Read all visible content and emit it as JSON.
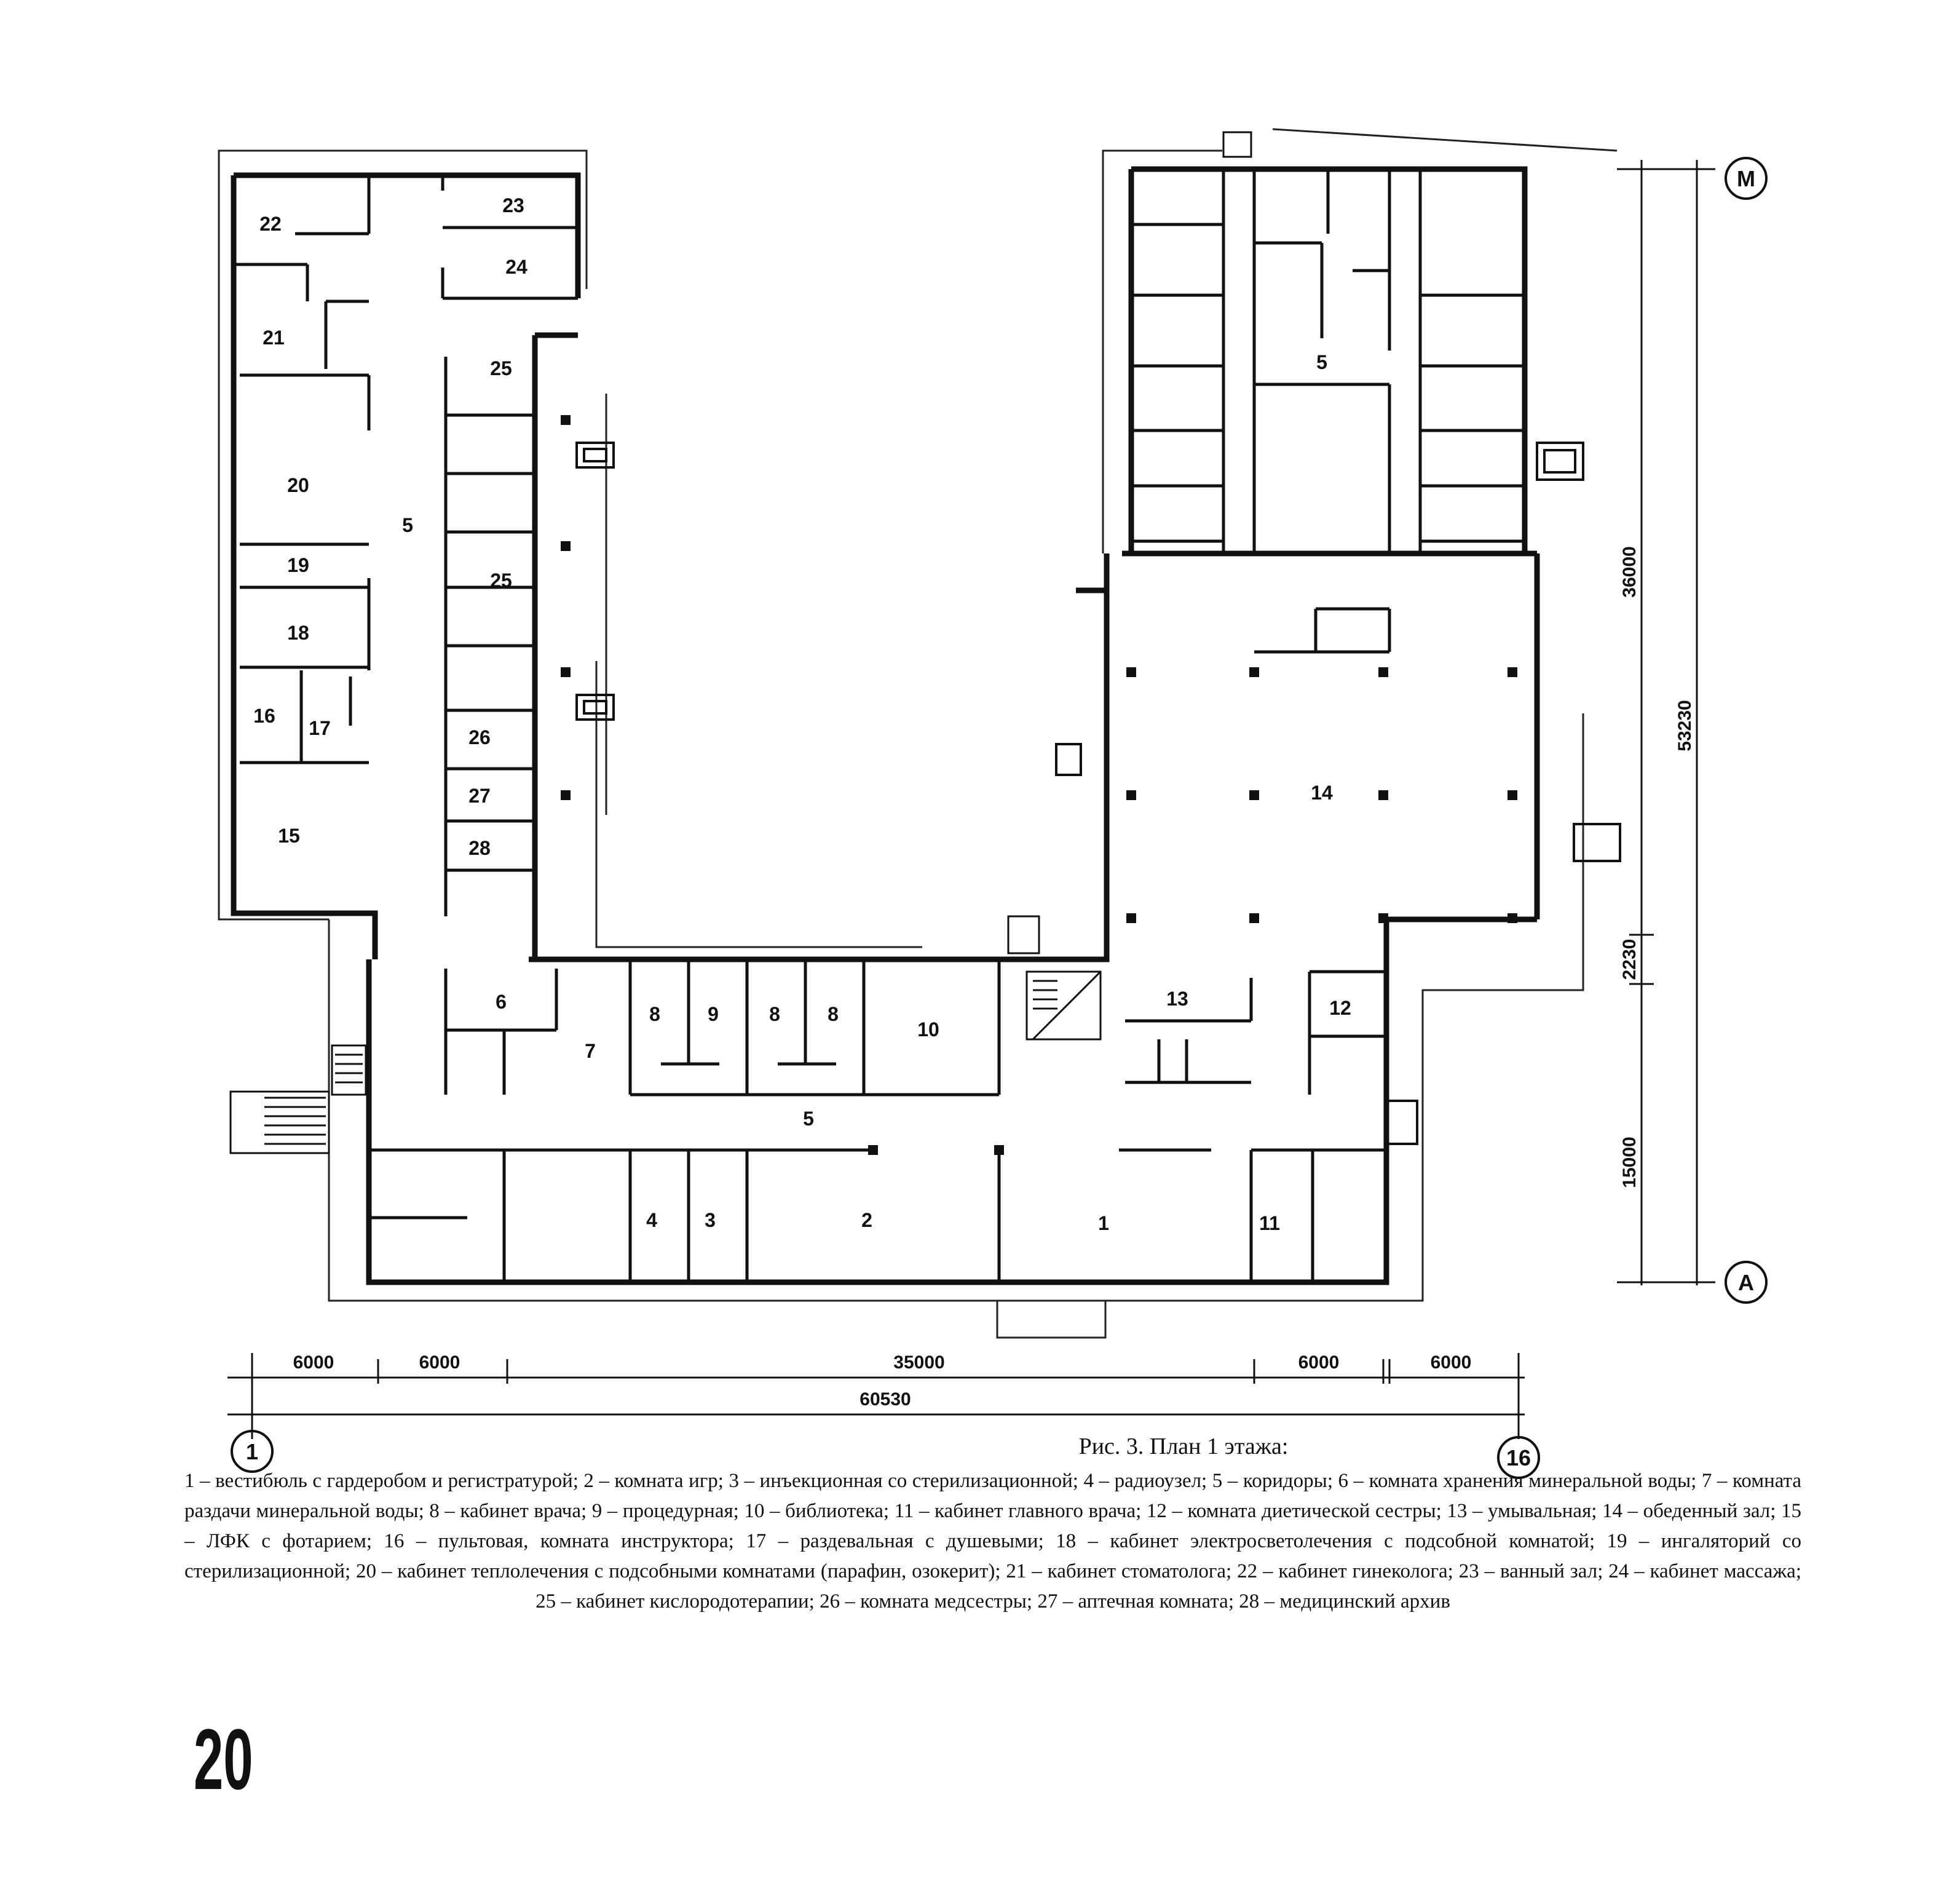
{
  "rooms": [
    {
      "n": "1"
    },
    {
      "n": "2"
    },
    {
      "n": "3"
    },
    {
      "n": "4"
    },
    {
      "n": "5"
    },
    {
      "n": "5"
    },
    {
      "n": "5"
    },
    {
      "n": "6"
    },
    {
      "n": "7"
    },
    {
      "n": "8"
    },
    {
      "n": "9"
    },
    {
      "n": "8"
    },
    {
      "n": "8"
    },
    {
      "n": "10"
    },
    {
      "n": "11"
    },
    {
      "n": "12"
    },
    {
      "n": "13"
    },
    {
      "n": "14"
    },
    {
      "n": "15"
    },
    {
      "n": "16"
    },
    {
      "n": "17"
    },
    {
      "n": "18"
    },
    {
      "n": "19"
    },
    {
      "n": "20"
    },
    {
      "n": "21"
    },
    {
      "n": "22"
    },
    {
      "n": "23"
    },
    {
      "n": "24"
    },
    {
      "n": "25"
    },
    {
      "n": "25"
    },
    {
      "n": "26"
    },
    {
      "n": "27"
    },
    {
      "n": "28"
    }
  ],
  "dimensions": {
    "bottom_segments": [
      "6000",
      "6000",
      "35000",
      "6000",
      "6000"
    ],
    "bottom_total": "60530",
    "right_segments": [
      "36000",
      "2230",
      "15000"
    ],
    "right_total": "53230"
  },
  "axes": {
    "left": "1",
    "right": "16",
    "top": "М",
    "bottom": "А"
  },
  "caption": {
    "title": "Рис. 3. План 1 этажа:",
    "text": "1 – вестибюль с гардеробом и регистратурой; 2 – комната игр; 3 – инъекционная со стерилизационной; 4 – радиоузел; 5 – коридоры; 6 – комната хранения минеральной воды; 7 – комната раздачи минеральной воды; 8 – кабинет врача; 9 – процедурная; 10 – библиотека; 11 – кабинет главного врача; 12 – комната диетической сестры; 13 – умывальная; 14 – обеденный зал; 15 – ЛФК с фотарием; 16 – пультовая, комната инструктора; 17 – раздевальная с душевыми; 18 – кабинет электросветолечения с подсобной комнатой; 19 – ингаляторий со стерилизационной; 20 – кабинет теплолечения с подсобными комнатами (парафин, озокерит); 21 – кабинет стоматолога; 22 – кабинет гинеколога; 23 – ванный зал; 24 – кабинет массажа; 25 – кабинет кислородотерапии; 26 – комната медсестры; 27 – аптечная комната; 28 – медицинский архив"
  },
  "page_number": "20"
}
